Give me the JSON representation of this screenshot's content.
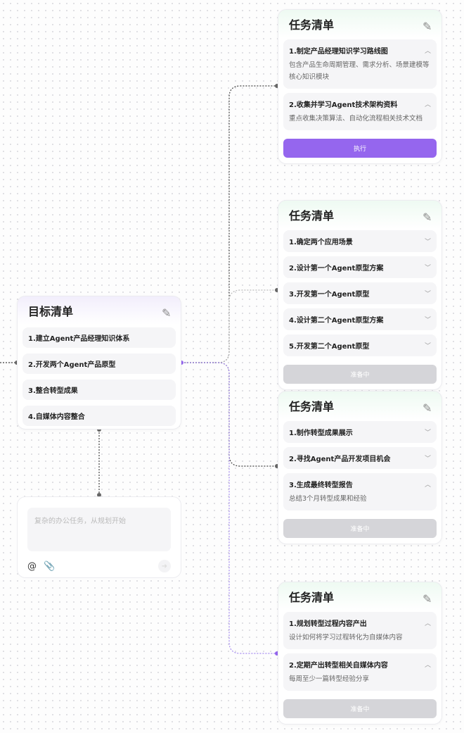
{
  "goal": {
    "title": "目标清单",
    "items": [
      "1.建立Agent产品经理知识体系",
      "2.开发两个Agent产品原型",
      "3.整合转型成果",
      "4.自媒体内容整合"
    ]
  },
  "input": {
    "placeholder": "复杂的办公任务，从规划开始"
  },
  "tasks": [
    {
      "title": "任务清单",
      "items": [
        {
          "label": "1.制定产品经理知识学习路线图",
          "desc": "包含产品生命周期管理、需求分析、场景建模等核心知识模块"
        },
        {
          "label": "2.收集并学习Agent技术架构资料",
          "desc": "重点收集决策算法、自动化流程相关技术文档"
        }
      ],
      "button": "执行"
    },
    {
      "title": "任务清单",
      "items": [
        {
          "label": "1.确定两个应用场景"
        },
        {
          "label": "2.设计第一个Agent原型方案"
        },
        {
          "label": "3.开发第一个Agent原型"
        },
        {
          "label": "4.设计第二个Agent原型方案"
        },
        {
          "label": "5.开发第二个Agent原型"
        }
      ],
      "button": "准备中"
    },
    {
      "title": "任务清单",
      "items": [
        {
          "label": "1.制作转型成果展示"
        },
        {
          "label": "2.寻找Agent产品开发项目机会"
        },
        {
          "label": "3.生成最终转型报告",
          "desc": "总结3个月转型成果和经验"
        }
      ],
      "button": "准备中"
    },
    {
      "title": "任务清单",
      "items": [
        {
          "label": "1.规划转型过程内容产出",
          "desc": "设计如何将学习过程转化为自媒体内容"
        },
        {
          "label": "2.定期产出转型相关自媒体内容",
          "desc": "每周至少一篇转型经验分享"
        }
      ],
      "button": "准备中"
    }
  ],
  "colors": {
    "accent": "#9566ee",
    "disabled": "#d5d5d9"
  }
}
